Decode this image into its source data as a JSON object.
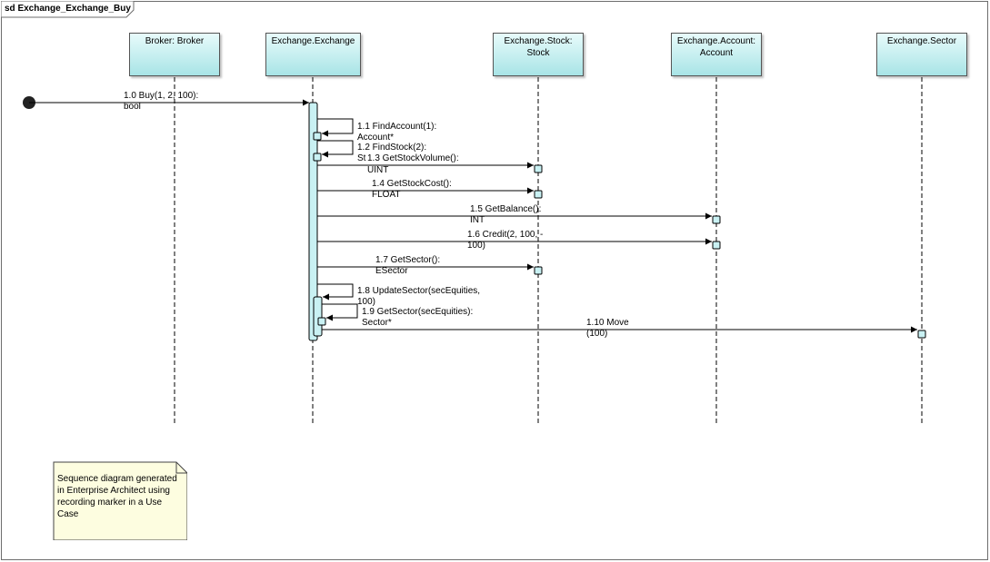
{
  "frame": {
    "title": "sd Exchange_Exchange_Buy"
  },
  "lifelines": [
    {
      "id": "broker",
      "line1": "Broker: Broker",
      "line2": ""
    },
    {
      "id": "exchange",
      "line1": "Exchange.Exchange",
      "line2": ""
    },
    {
      "id": "stock",
      "line1": "Exchange.Stock:",
      "line2": "Stock"
    },
    {
      "id": "account",
      "line1": "Exchange.Account:",
      "line2": "Account"
    },
    {
      "id": "sector",
      "line1": "Exchange.Sector",
      "line2": ""
    }
  ],
  "messages": [
    {
      "line1": "1.0 Buy(1, 2, 100):",
      "line2": "bool"
    },
    {
      "line1": "1.1 FindAccount(1):",
      "line2": "Account*"
    },
    {
      "line1": "1.2 FindStock(2):",
      "line2": "St"
    },
    {
      "line1": "1.3 GetStockVolume():",
      "line2": "UINT"
    },
    {
      "line1": "1.4 GetStockCost():",
      "line2": "FLOAT"
    },
    {
      "line1": "1.5 GetBalance():",
      "line2": "INT"
    },
    {
      "line1": "1.6 Credit(2, 100, -",
      "line2": "100)"
    },
    {
      "line1": "1.7 GetSector():",
      "line2": "ESector"
    },
    {
      "line1": "1.8 UpdateSector(secEquities,",
      "line2": "100)"
    },
    {
      "line1": "1.9 GetSector(secEquities):",
      "line2": "Sector*"
    },
    {
      "line1": "1.10 Move",
      "line2": "(100)"
    }
  ],
  "note": {
    "text": "Sequence diagram generated in Enterprise Architect using recording marker in a Use Case",
    "fill": "#fdfde0"
  },
  "colors": {
    "lifeline_fill": "#a8e4e6",
    "activation_fill": "#c9f1f3",
    "line": "#000000"
  }
}
